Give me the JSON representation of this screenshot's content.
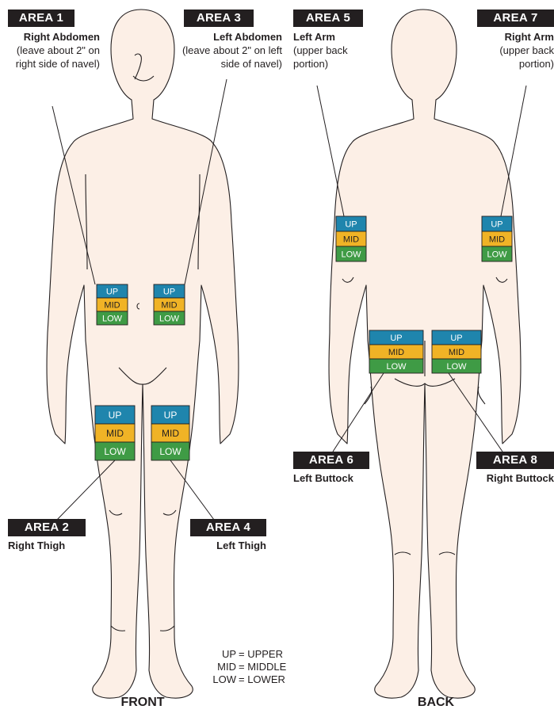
{
  "colors": {
    "upper": "#1f85ad",
    "middle": "#f0b326",
    "lower": "#3f9b45",
    "skin": "#fcefe6",
    "outline": "#231f20",
    "tag": "#231f20"
  },
  "zone_labels": {
    "upper": "UP",
    "middle": "MID",
    "lower": "LOW"
  },
  "views": {
    "front": "FRONT",
    "back": "BACK"
  },
  "areas": [
    {
      "id": "area-1",
      "tag": "AREA 1",
      "site": "Right Abdomen",
      "note": "(leave about 2\" on right side of navel)"
    },
    {
      "id": "area-2",
      "tag": "AREA 2",
      "site": "Right Thigh",
      "note": ""
    },
    {
      "id": "area-3",
      "tag": "AREA 3",
      "site": "Left Abdomen",
      "note": "(leave about 2\" on left side of navel)"
    },
    {
      "id": "area-4",
      "tag": "AREA 4",
      "site": "Left Thigh",
      "note": ""
    },
    {
      "id": "area-5",
      "tag": "AREA 5",
      "site": "Left Arm",
      "note": "(upper back portion)"
    },
    {
      "id": "area-6",
      "tag": "AREA 6",
      "site": "Left Buttock",
      "note": ""
    },
    {
      "id": "area-7",
      "tag": "AREA 7",
      "site": "Right Arm",
      "note": "(upper back portion)"
    },
    {
      "id": "area-8",
      "tag": "AREA 8",
      "site": "Right Buttock",
      "note": ""
    }
  ],
  "legend": [
    {
      "abbr": "UP",
      "meaning": "= UPPER"
    },
    {
      "abbr": "MID",
      "meaning": "= MIDDLE"
    },
    {
      "abbr": "LOW",
      "meaning": "= LOWER"
    }
  ]
}
